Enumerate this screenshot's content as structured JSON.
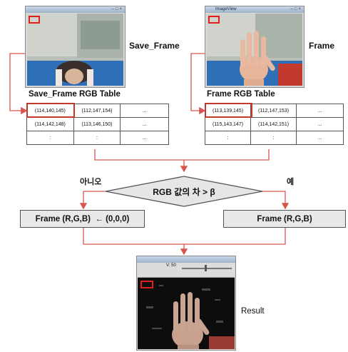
{
  "save_frame": {
    "label": "Save_Frame",
    "table_title": "Save_Frame RGB Table",
    "rows": [
      [
        "(114,140,145)",
        "(112,147,154)",
        "..."
      ],
      [
        "(114,142,148)",
        "(113,146,150)",
        "..."
      ],
      [
        ":",
        ":",
        "..."
      ]
    ]
  },
  "frame": {
    "label": "Frame",
    "window_title": "ImageView",
    "table_title": "Frame RGB Table",
    "rows": [
      [
        "(113,139,145)",
        "(112,147,153)",
        "..."
      ],
      [
        "(115,143,147)",
        "(114,142,151)",
        "..."
      ],
      [
        ":",
        ":",
        "..."
      ]
    ]
  },
  "decision": {
    "condition": "RGB 값의 차 > β",
    "no_label": "아니오",
    "yes_label": "예"
  },
  "boxes": {
    "left": "Frame (R,G,B)  ← (0,0,0)",
    "right": "Frame (R,G,B)"
  },
  "result": {
    "label": "Result",
    "slider_label": "V: 50"
  },
  "colors": {
    "connector": "#d9534f",
    "highlight": "#c0392b"
  }
}
